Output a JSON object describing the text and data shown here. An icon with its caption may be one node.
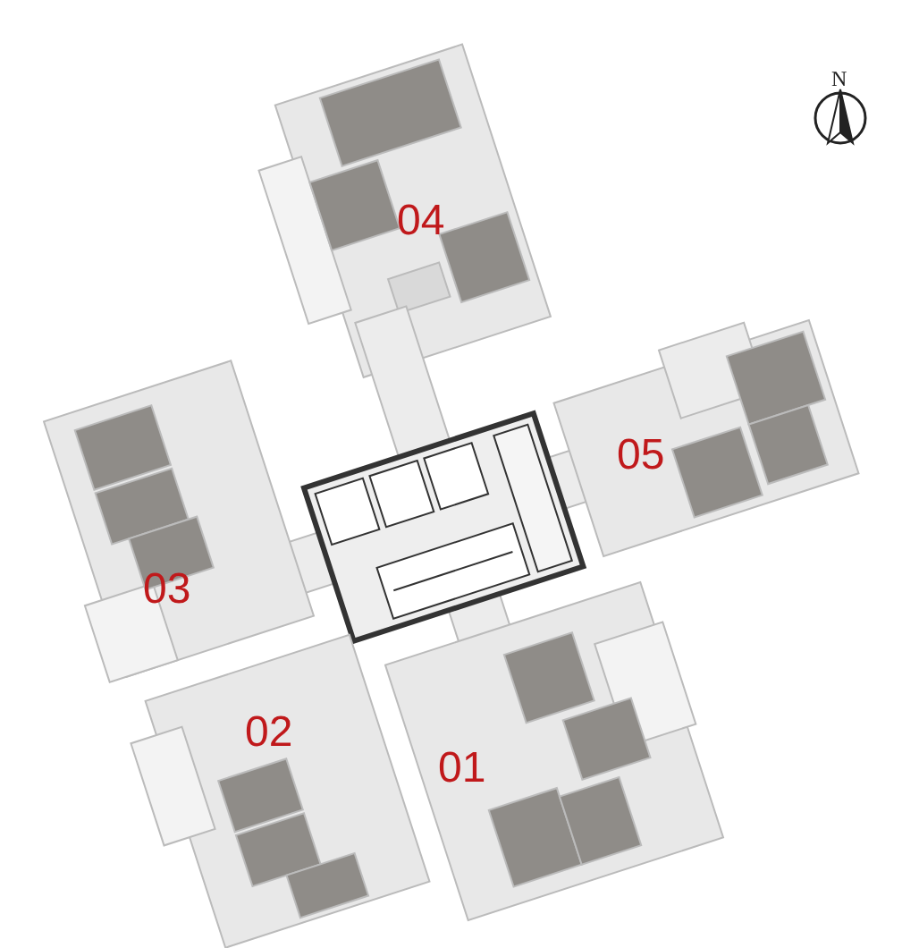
{
  "diagram": {
    "labels": [
      "N",
      "04",
      "05",
      "03",
      "02",
      "01"
    ]
  }
}
